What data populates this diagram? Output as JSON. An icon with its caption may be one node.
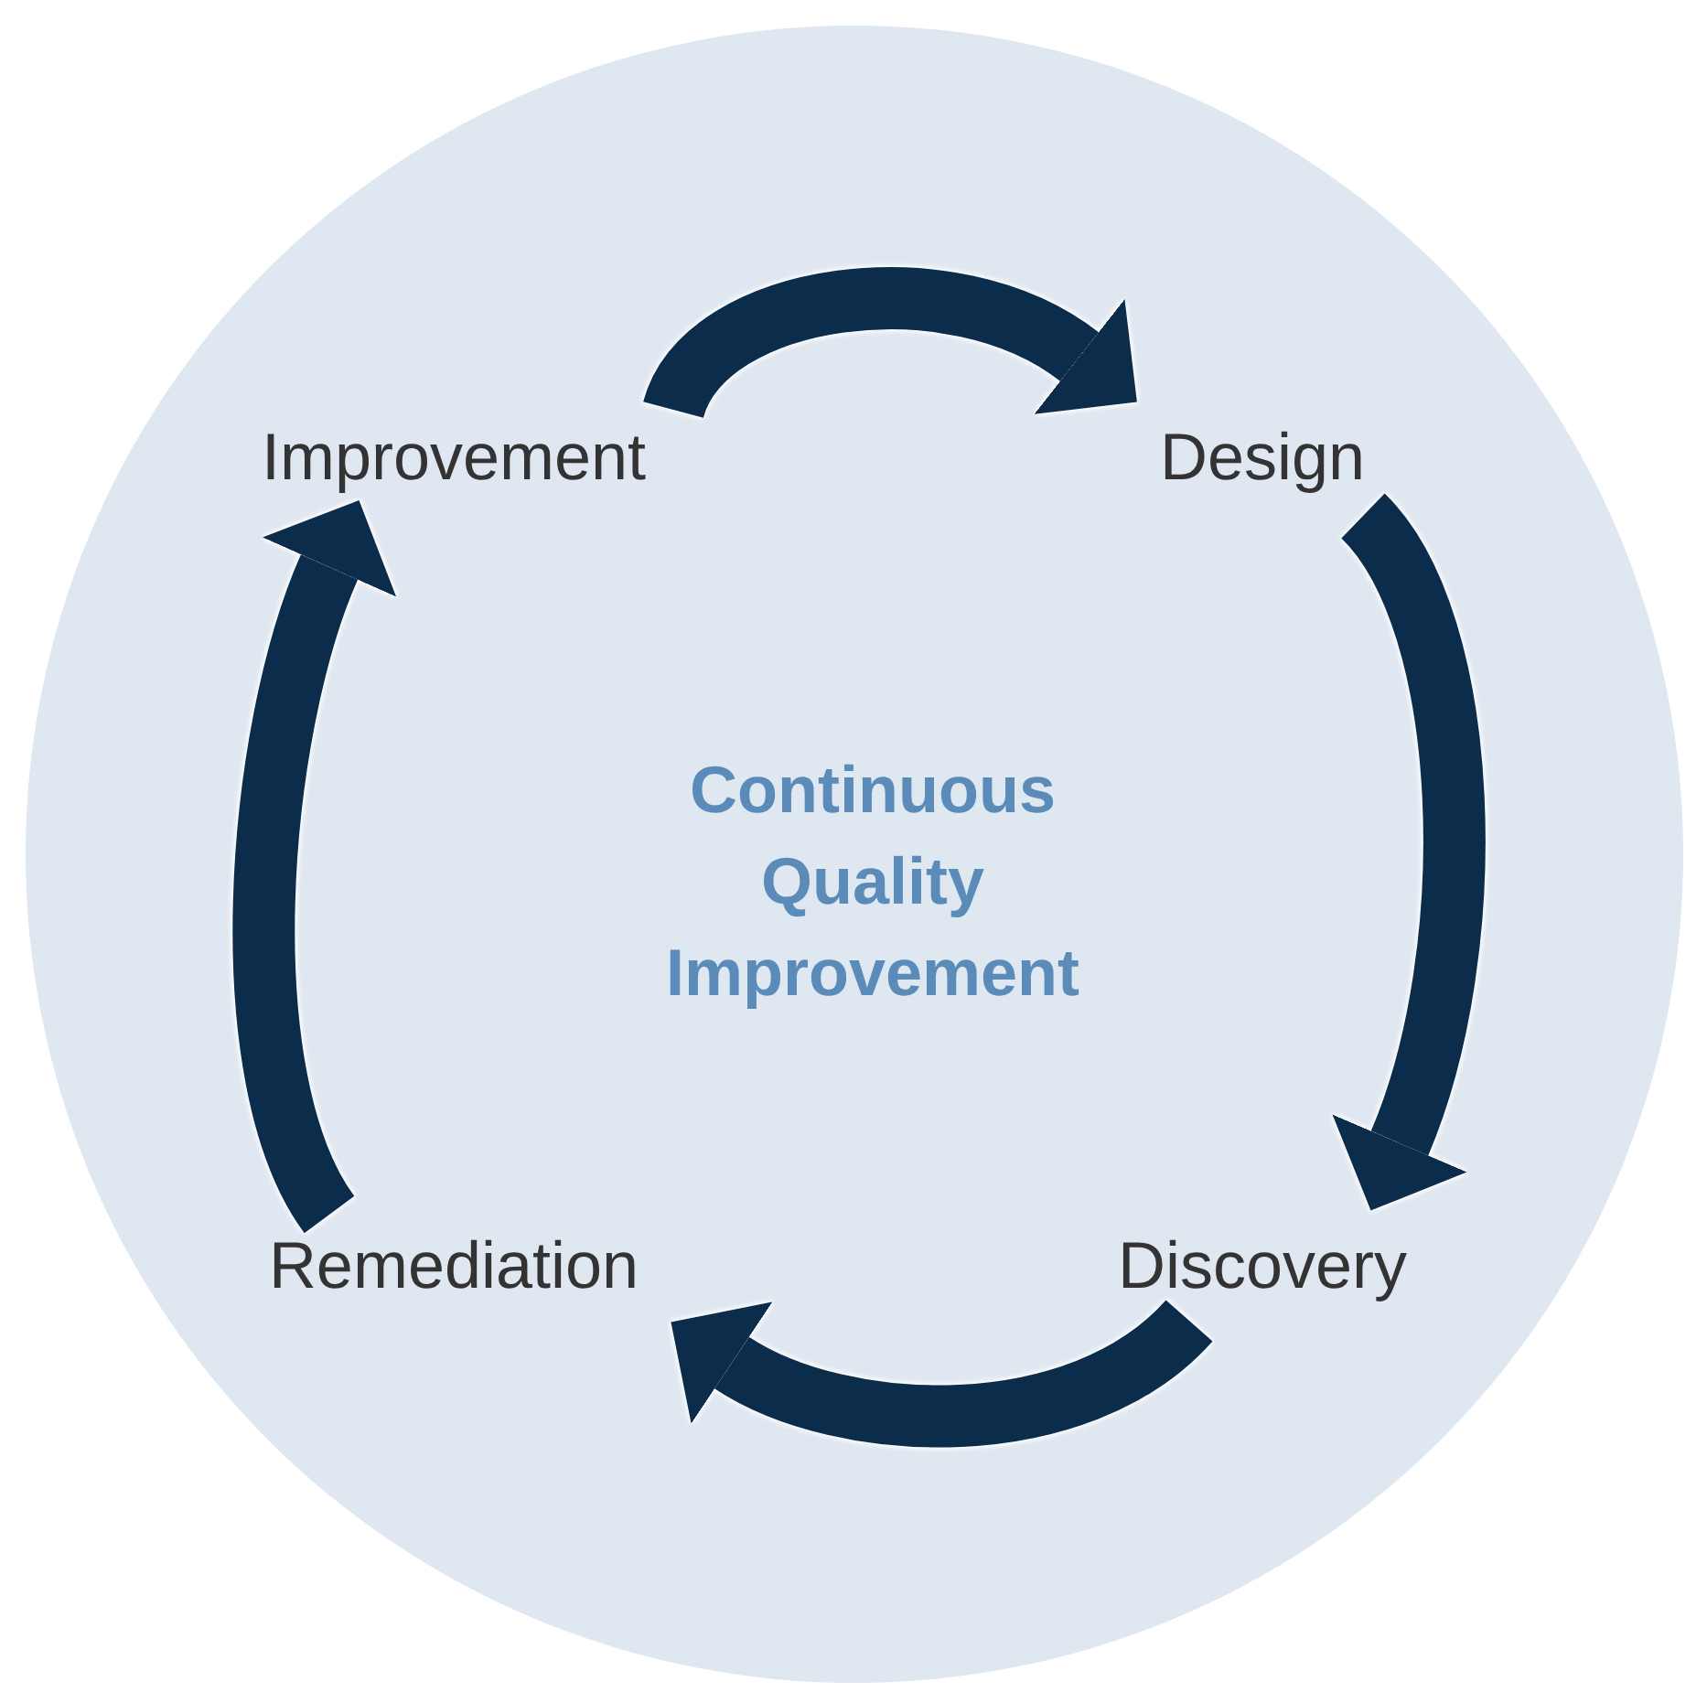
{
  "diagram": {
    "nodes": [
      {
        "text": [
          "Continuous Quality Improvement"
        ]
      },
      {
        "text": [
          "Improvement"
        ],
        "in": 0
      },
      {
        "text": [
          "Design"
        ],
        "in": 0
      },
      {
        "text": [
          "Remediation"
        ],
        "in": 0
      },
      {
        "text": [
          "Discovery"
        ],
        "in": 0
      }
    ],
    "edges": [
      {
        "from": 1,
        "to": 2,
        "arrow": "to"
      },
      {
        "from": 2,
        "to": 4,
        "arrow": "to"
      },
      {
        "from": 4,
        "to": 3,
        "arrow": "to"
      },
      {
        "from": 3,
        "to": 1,
        "arrow": "to"
      }
    ]
  }
}
